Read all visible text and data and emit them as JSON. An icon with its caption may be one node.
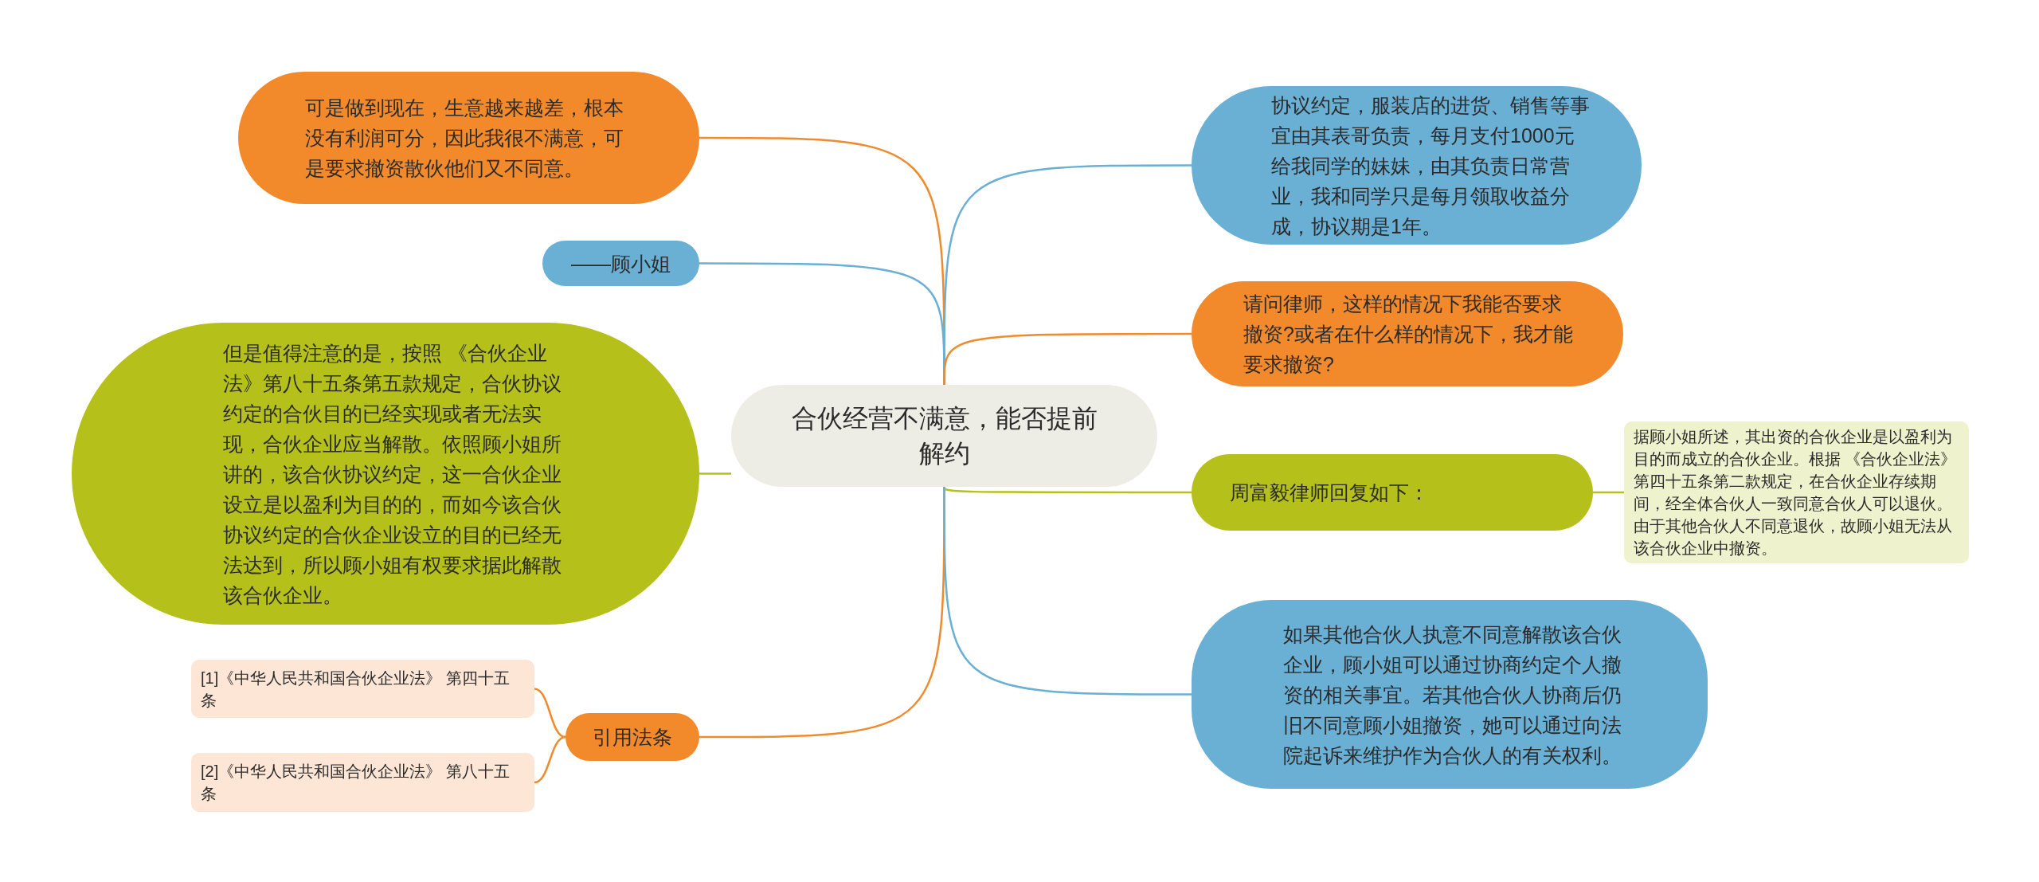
{
  "diagram": {
    "nodes": [
      {
        "text": [
          "合伙经营不满意，能否提前解约"
        ]
      },
      {
        "text": [
          "可是做到现在，生意越来越差，根本没有利润可分，因此我很不满意，可是要求撤资散伙他们又不同意。"
        ]
      },
      {
        "text": [
          "——顾小姐"
        ]
      },
      {
        "text": [
          "但是值得注意的是，按照 《合伙企业法》第八十五条第五款规定，合伙协议约定的合伙目的已经实现或者无法实现，合伙企业应当解散。依照顾小姐所讲的，该合伙协议约定，这一合伙企业设立是以盈利为目的的，而如今该合伙协议约定的合伙企业设立的目的已经无法达到，所以顾小姐有权要求据此解散该合伙企业。"
        ]
      },
      {
        "text": [
          "引用法条"
        ]
      },
      {
        "text": [
          "[1]《中华人民共和国合伙企业法》 第四十五条"
        ]
      },
      {
        "text": [
          "[2]《中华人民共和国合伙企业法》 第八十五条"
        ]
      },
      {
        "text": [
          "协议约定，服装店的进货、销售等事宜由其表哥负责，每月支付1000元给我同学的妹妹，由其负责日常营业，我和同学只是每月领取收益分成，协议期是1年。"
        ]
      },
      {
        "text": [
          "请问律师，这样的情况下我能否要求撤资?或者在什么样的情况下，我才能要求撤资?"
        ]
      },
      {
        "text": [
          "周富毅律师回复如下："
        ]
      },
      {
        "text": [
          "据顾小姐所述，其出资的合伙企业是以盈利为目的而成立的合伙企业。根据 《合伙企业法》第四十五条第二款规定，在合伙企业存续期间，经全体合伙人一致同意合伙人可以退伙。由于其他合伙人不同意退伙，故顾小姐无法从该合伙企业中撤资。"
        ]
      },
      {
        "text": [
          "如果其他合伙人执意不同意解散该合伙企业，顾小姐可以通过协商约定个人撤资的相关事宜。若其他合伙人协商后仍旧不同意顾小姐撤资，她可以通过向法院起诉来维护作为合伙人的有关权利。"
        ]
      }
    ],
    "edges": [
      {
        "from": 0,
        "to": 1,
        "arrow": "none"
      },
      {
        "from": 0,
        "to": 2,
        "arrow": "none",
        "color": "#6aafd4"
      },
      {
        "from": 0,
        "to": 3,
        "arrow": "none",
        "color": "#b5c11a"
      },
      {
        "from": 0,
        "to": 4,
        "arrow": "none"
      },
      {
        "from": 4,
        "to": 5,
        "arrow": "none"
      },
      {
        "from": 4,
        "to": 6,
        "arrow": "none"
      },
      {
        "from": 0,
        "to": 7,
        "arrow": "none",
        "color": "#6aafd4"
      },
      {
        "from": 0,
        "to": 8,
        "arrow": "none"
      },
      {
        "from": 0,
        "to": 9,
        "arrow": "none",
        "color": "#b5c11a"
      },
      {
        "from": 9,
        "to": 10,
        "arrow": "none",
        "color": "#b5c11a"
      },
      {
        "from": 0,
        "to": 11,
        "arrow": "none",
        "color": "#6aafd4"
      }
    ]
  }
}
